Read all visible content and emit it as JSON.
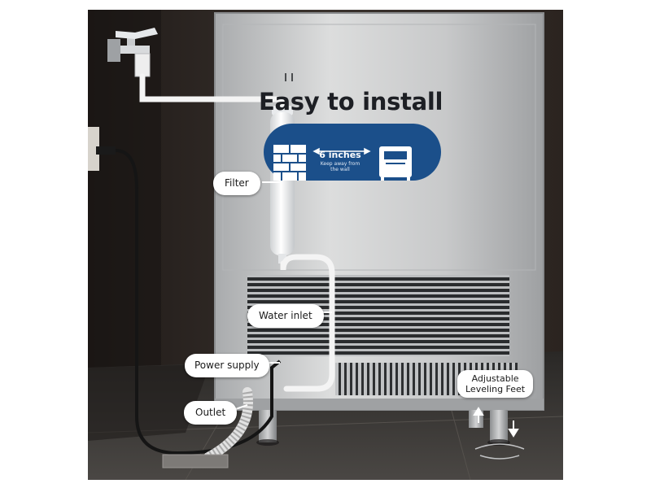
{
  "headline": "Easy to install",
  "badge": {
    "distance": "6 inches",
    "note_line1": "Keep away from",
    "note_line2": "the wall",
    "color": "#1b4f8a"
  },
  "callouts": {
    "filter": "Filter",
    "water_inlet": "Water inlet",
    "power_supply": "Power supply",
    "outlet": "Outlet",
    "feet_line1": "Adjustable",
    "feet_line2": "Leveling Feet"
  }
}
